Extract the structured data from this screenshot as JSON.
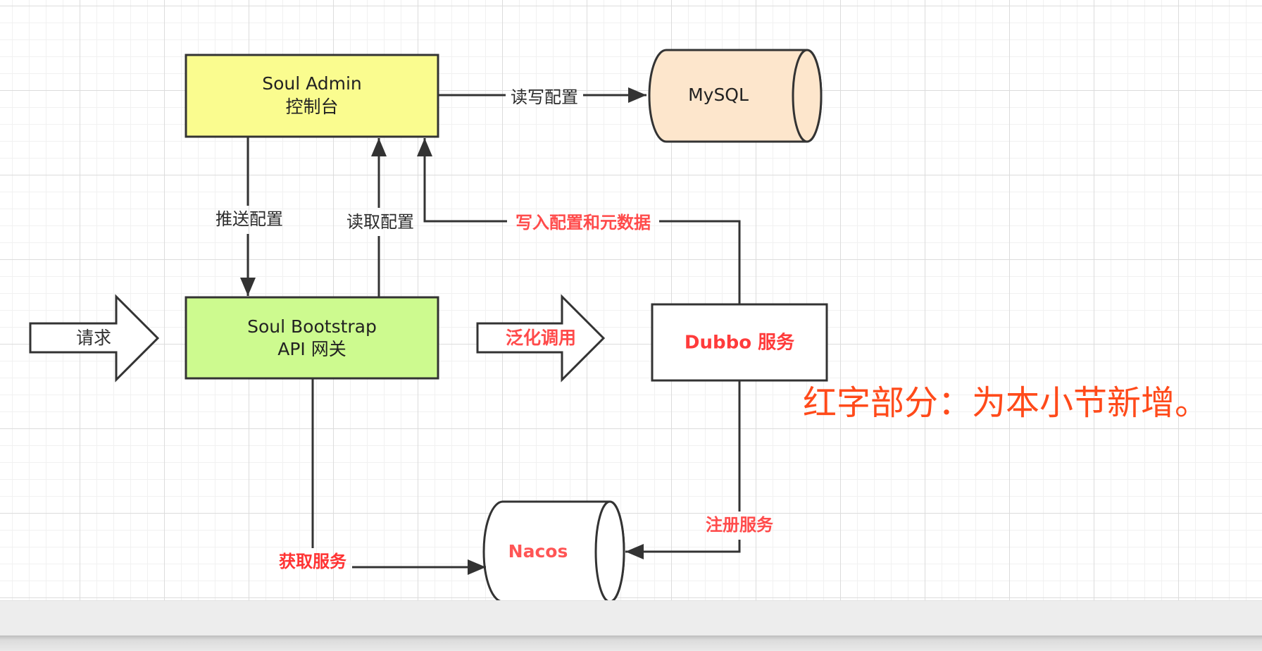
{
  "nodes": {
    "soul_admin": {
      "line1": "Soul Admin",
      "line2": "控制台"
    },
    "soul_bootstrap": {
      "line1": "Soul Bootstrap",
      "line2": "API 网关"
    },
    "mysql": {
      "label": "MySQL"
    },
    "dubbo": {
      "label": "Dubbo 服务"
    },
    "nacos": {
      "label": "Nacos"
    },
    "request": {
      "label": "请求"
    },
    "generic_call": {
      "label": "泛化调用"
    }
  },
  "edges": {
    "read_write_config": "读写配置",
    "push_config": "推送配置",
    "read_config": "读取配置",
    "write_config_metadata": "写入配置和元数据",
    "register_service": "注册服务",
    "get_service": "获取服务"
  },
  "note": "红字部分：为本小节新增。",
  "colors": {
    "admin_fill": "#fafc8f",
    "bootstrap_fill": "#cdfa8f",
    "mysql_fill": "#fde6cc",
    "new_text": "#ff4b4b",
    "note_text": "#ff4a1a",
    "stroke": "#333333"
  }
}
